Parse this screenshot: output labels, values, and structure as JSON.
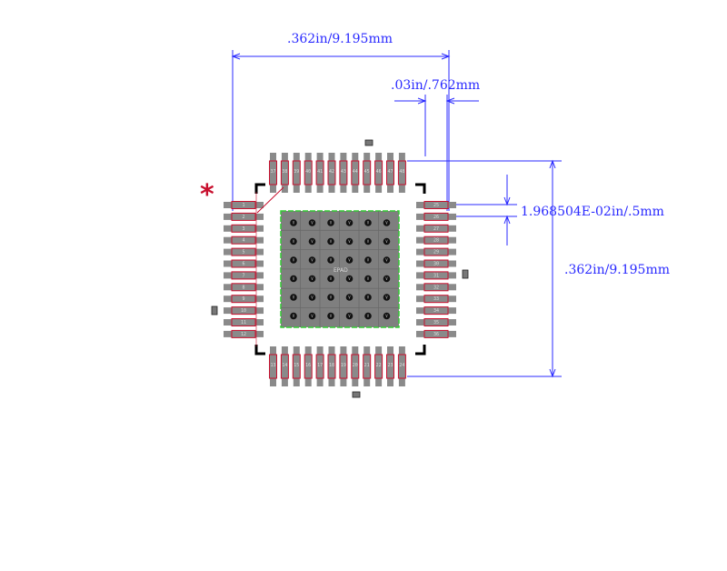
{
  "dimensions": {
    "overall_width": ".362in/9.195mm",
    "pin_width": ".03in/.762mm",
    "pin_pitch": "1.968504E-02in/.5mm",
    "overall_height": ".362in/9.195mm"
  },
  "pin1_marker": "*",
  "thermal_pad_label": "EPAD",
  "pins": {
    "left": [
      "1",
      "2",
      "3",
      "4",
      "5",
      "6",
      "7",
      "8",
      "9",
      "10",
      "11",
      "12"
    ],
    "bottom": [
      "13",
      "14",
      "15",
      "16",
      "17",
      "18",
      "19",
      "20",
      "21",
      "22",
      "23",
      "24"
    ],
    "right": [
      "25",
      "26",
      "27",
      "28",
      "29",
      "30",
      "31",
      "32",
      "33",
      "34",
      "35",
      "36"
    ],
    "top": [
      "37",
      "38",
      "39",
      "40",
      "41",
      "42",
      "43",
      "44",
      "45",
      "46",
      "47",
      "48"
    ]
  },
  "colors": {
    "dimension": "#2a2aff",
    "pad_fill": "#8a8a8a",
    "pad_outline": "#c8102e",
    "silkscreen": "#000000",
    "epad_outline": "#33cc33",
    "marker": "#c8102e",
    "via": "#111111"
  }
}
